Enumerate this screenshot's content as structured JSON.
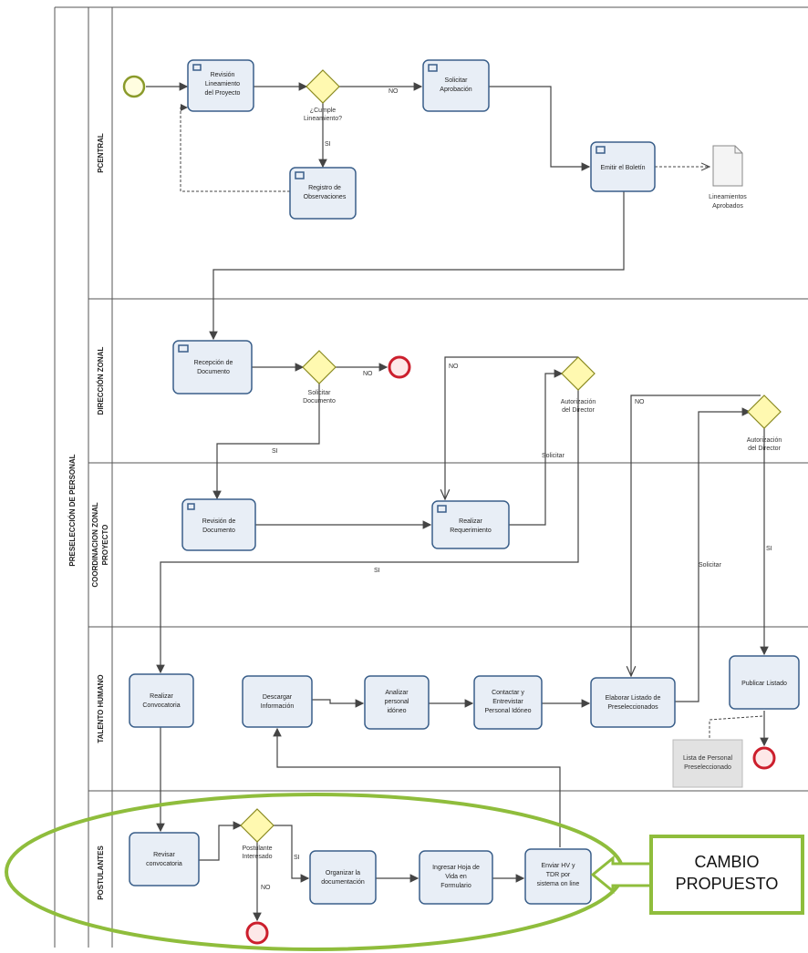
{
  "pool_title": "PRESELECCIÓN DE PERSONAL",
  "lanes": [
    {
      "id": "pcentral",
      "label": "PCENTRAL"
    },
    {
      "id": "direccion",
      "label": "DIRECCIÓN ZONAL"
    },
    {
      "id": "coordinacion1",
      "label": "COORDINACION ZONAL"
    },
    {
      "id": "coordinacion2",
      "label": "PROYECTO"
    },
    {
      "id": "talento",
      "label": "TALENTO HUMANO"
    },
    {
      "id": "postulantes",
      "label": "POSTULANTES"
    }
  ],
  "tasks": {
    "revision_lineamiento": [
      "Revisión",
      "Lineamiento",
      "del Proyecto"
    ],
    "solicitar_aprobacion": [
      "Solicitar",
      "Aprobación"
    ],
    "registro_observaciones": [
      "Registro de",
      "Observaciones"
    ],
    "emitir_boletin": [
      "Emitir el Boletín"
    ],
    "recepcion_documento": [
      "Recepción de",
      "Documento"
    ],
    "revision_documento": [
      "Revisión de",
      "Documento"
    ],
    "realizar_requerimiento": [
      "Realizar",
      "Requerimiento"
    ],
    "realizar_convocatoria": [
      "Realizar",
      "Convocatoria"
    ],
    "descargar_informacion": [
      "Descargar",
      "Información"
    ],
    "analizar_personal": [
      "Analizar",
      "personal",
      "idóneo"
    ],
    "contactar_entrevistar": [
      "Contactar y",
      "Entrevistar",
      "Personal Idóneo"
    ],
    "elaborar_listado": [
      "Elaborar Listado de",
      "Preseleccionados"
    ],
    "publicar_listado": [
      "Publicar Listado"
    ],
    "revisar_convocatoria": [
      "Revisar",
      "convocatoria"
    ],
    "organizar_documentacion": [
      "Organizar la",
      "documentación"
    ],
    "ingresar_hoja_vida": [
      "Ingresar Hoja de",
      "Vida en",
      "Formulario"
    ],
    "enviar_hv": [
      "Enviar HV y",
      "TDR por",
      "sistema on line"
    ]
  },
  "gateways": {
    "cumple_lineamiento": [
      "¿Cumple",
      "Lineamiento?"
    ],
    "solicitar_documento": [
      "Solicitar",
      "Documento"
    ],
    "autorizacion_director_1": [
      "Autorización",
      "del Director"
    ],
    "autorizacion_director_2": [
      "Autorización",
      "del Director"
    ],
    "postulante_interesado": [
      "Postulante",
      "Interesado"
    ]
  },
  "documents": {
    "lineamientos_aprobados": [
      "Lineamientos",
      "Aprobados"
    ],
    "lista_personal": [
      "Lista de Personal",
      "Preseleccionado"
    ]
  },
  "flow_labels": {
    "no_1": "NO",
    "si_1": "SI",
    "no_2": "NO",
    "si_2": "SI",
    "no_3": "NO",
    "solicitar": "Solicitar",
    "si_3": "SI",
    "no_4": "NO",
    "solicitar_2": "Solicitar",
    "si_4": "SI",
    "si_5": "SI",
    "no_5": "NO"
  },
  "callout": {
    "lines": [
      "CAMBIO",
      "PROPUESTO"
    ],
    "border_color": "#8fbd3c"
  },
  "colors": {
    "task_fill": "#e8eef6",
    "task_stroke": "#3a5f8a",
    "gateway_fill": "#fff9b0",
    "end_event_stroke": "#cc1f2d",
    "ellipse_stroke": "#8fbd3c"
  }
}
